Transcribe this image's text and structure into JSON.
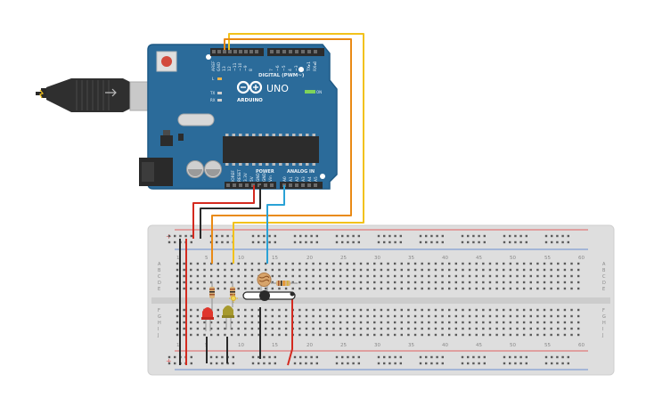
{
  "board": {
    "brand": "ARDUINO",
    "model": "UNO",
    "aref": "AREF",
    "gnd": "GND",
    "digital_pins": [
      "13",
      "12",
      "~11",
      "~10",
      "~9",
      "8",
      "7",
      "~6",
      "~5",
      "4",
      "~3",
      "2",
      "TX▸1",
      "RX◂0"
    ],
    "digital_header": "DIGITAL (PWM~)",
    "on_label": "ON",
    "l_label": "L",
    "tx_label": "TX",
    "rx_label": "RX",
    "power_header": "POWER",
    "analog_header": "ANALOG IN",
    "power_pins": [
      "IOREF",
      "RESET",
      "3.3V",
      "5V",
      "GND",
      "GND",
      "Vin"
    ],
    "analog_pins": [
      "A0",
      "A1",
      "A2",
      "A3",
      "A4",
      "A5"
    ]
  },
  "breadboard": {
    "column_numbers": [
      "1",
      "5",
      "10",
      "15",
      "20",
      "25",
      "30",
      "35",
      "40",
      "45",
      "50",
      "55",
      "60"
    ],
    "row_letters_top": [
      "A",
      "B",
      "C",
      "D",
      "E"
    ],
    "row_letters_bottom": [
      "F",
      "G",
      "H",
      "I",
      "J"
    ],
    "plus_sign": "+",
    "minus_sign": "−"
  },
  "colors": {
    "board_blue": "#2b6b9a",
    "board_edge": "#1f5a86",
    "breadboard": "#dcdcdc",
    "wire_red": "#d42a1f",
    "wire_black": "#2a2a2a",
    "wire_orange": "#e98a15",
    "wire_yellow": "#f2c21b",
    "wire_blue": "#2aa2d6",
    "rail_red": "#e06060",
    "rail_blue": "#6a8fd0"
  }
}
